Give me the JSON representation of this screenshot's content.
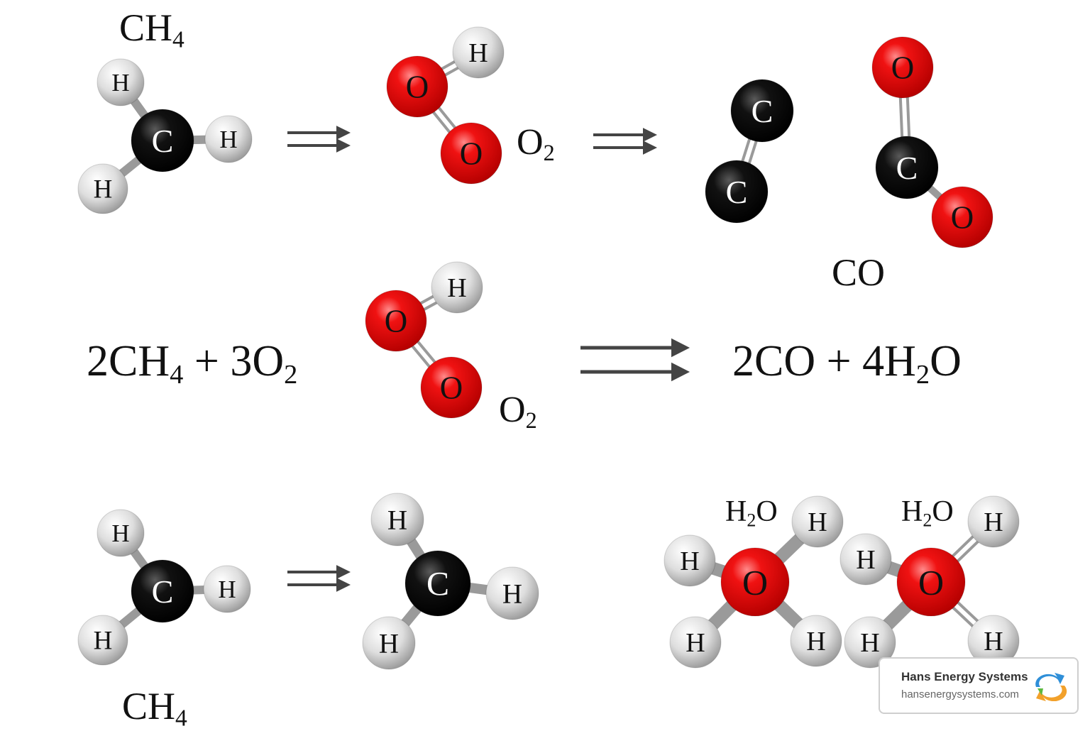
{
  "labels": {
    "ch4_top": [
      "CH",
      "4"
    ],
    "o2_top": [
      "O",
      "2"
    ],
    "co": "CO",
    "equation_left": [
      "2CH",
      "4",
      " + 3O",
      "2"
    ],
    "o2_mid": [
      "O",
      "2"
    ],
    "equation_right": [
      "2CO + 4H",
      "2",
      "O"
    ],
    "ch4_bottom": [
      "CH",
      "4"
    ],
    "h2o_1": [
      "H",
      "2",
      "O"
    ],
    "h2o_2": [
      "H",
      "2",
      "O"
    ]
  },
  "atom_symbols": {
    "carbon": "C",
    "oxygen": "O",
    "hydrogen": "H"
  },
  "colors": {
    "carbon": "#0a0a0a",
    "oxygen": "#e30b0b",
    "hydrogen": "#d4d4d4",
    "bond": "#9a9a9a",
    "arrow": "#444444"
  },
  "badge": {
    "title": "Hans Energy Systems",
    "url": "hansenergysystems.com",
    "logo_icon": "recycle-arrows-icon"
  }
}
